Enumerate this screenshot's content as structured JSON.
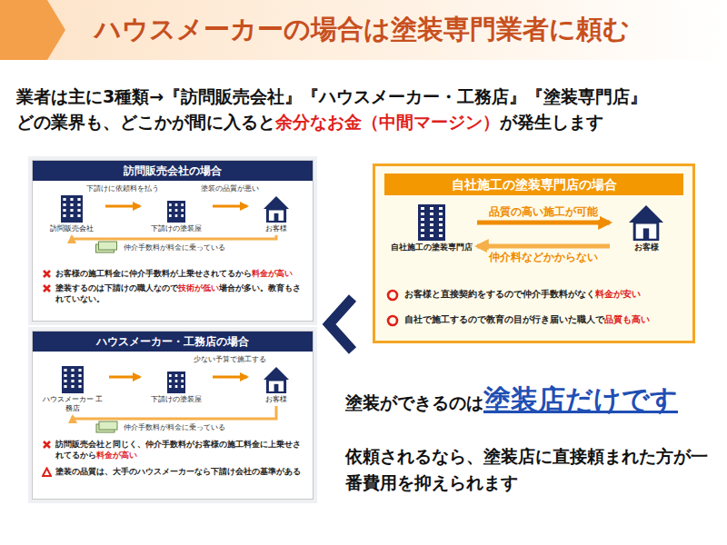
{
  "diagram": {
    "title": "ハウスメーカーの場合は塗装専門業者に頼む",
    "nodes": [
      {
        "text": [
          "訪問販売会社の場合"
        ]
      },
      {
        "text": [
          "訪問販売会社"
        ],
        "in": 0
      },
      {
        "text": [
          "下請けの塗装屋"
        ],
        "in": 0
      },
      {
        "text": [
          "お客様"
        ],
        "in": 0
      },
      {
        "text": [
          "ハウスメーカー・工務店の場合"
        ]
      },
      {
        "text": [
          "ハウスメーカー 工務店"
        ],
        "in": 4
      },
      {
        "text": [
          "下請けの塗装屋"
        ],
        "in": 4
      },
      {
        "text": [
          "お客様"
        ],
        "in": 4
      },
      {
        "text": [
          "自社施工の塗装専門店の場合"
        ]
      },
      {
        "text": [
          "自社施工の塗装専門店"
        ],
        "in": 8
      },
      {
        "text": [
          "お客様"
        ],
        "in": 8
      }
    ],
    "edges": [
      {
        "from": 1,
        "to": 2,
        "label": "下請けに依頼料を払う",
        "arrow": "to"
      },
      {
        "from": 2,
        "to": 3,
        "label": "塗装の品質が悪い",
        "arrow": "to"
      },
      {
        "from": 3,
        "to": 1,
        "label": "仲介手数料が料金に乗っている",
        "arrow": "to"
      },
      {
        "from": 5,
        "to": 6,
        "arrow": "to"
      },
      {
        "from": 6,
        "to": 7,
        "label": "少ない予算で施工する",
        "arrow": "to"
      },
      {
        "from": 7,
        "to": 5,
        "label": "仲介手数料が料金に乗っている",
        "arrow": "to"
      },
      {
        "from": 9,
        "to": 10,
        "label": "品質の高い施工が可能",
        "arrow": "to"
      },
      {
        "from": 10,
        "to": 9,
        "label": "仲介料などかからない",
        "arrow": "to"
      }
    ],
    "labels": [
      "業者は主に3種類→『訪問販売会社』『ハウスメーカー・工務店』『塗装専門店』",
      "どの業界も、どこかが間に入ると",
      "余分なお金（中間マージン）",
      "が発生します",
      "お客様の施工料金に仲介手数料が上乗せされてるから",
      "料金が高い",
      "塗装するのは下請けの職人なので",
      "技術が低い",
      "場合が多い。教育もされていない。",
      "訪問販売会社と同じく、仲介手数料がお客様の施工料金に上乗せされてるから",
      "料金が高い",
      "塗装の品質は、大手のハウスメーカーなら下請け会社の基準がある",
      "お客様と直接契約をするので仲介手数料がなく",
      "料金が安い",
      "自社で施工するので教育の目が行き届いた職人で",
      "品質も高い",
      "塗装ができるのは",
      "塗装店だけです",
      "依頼されるなら、塗装店に直接頼まれた方が一番費用を抑えられます"
    ]
  }
}
